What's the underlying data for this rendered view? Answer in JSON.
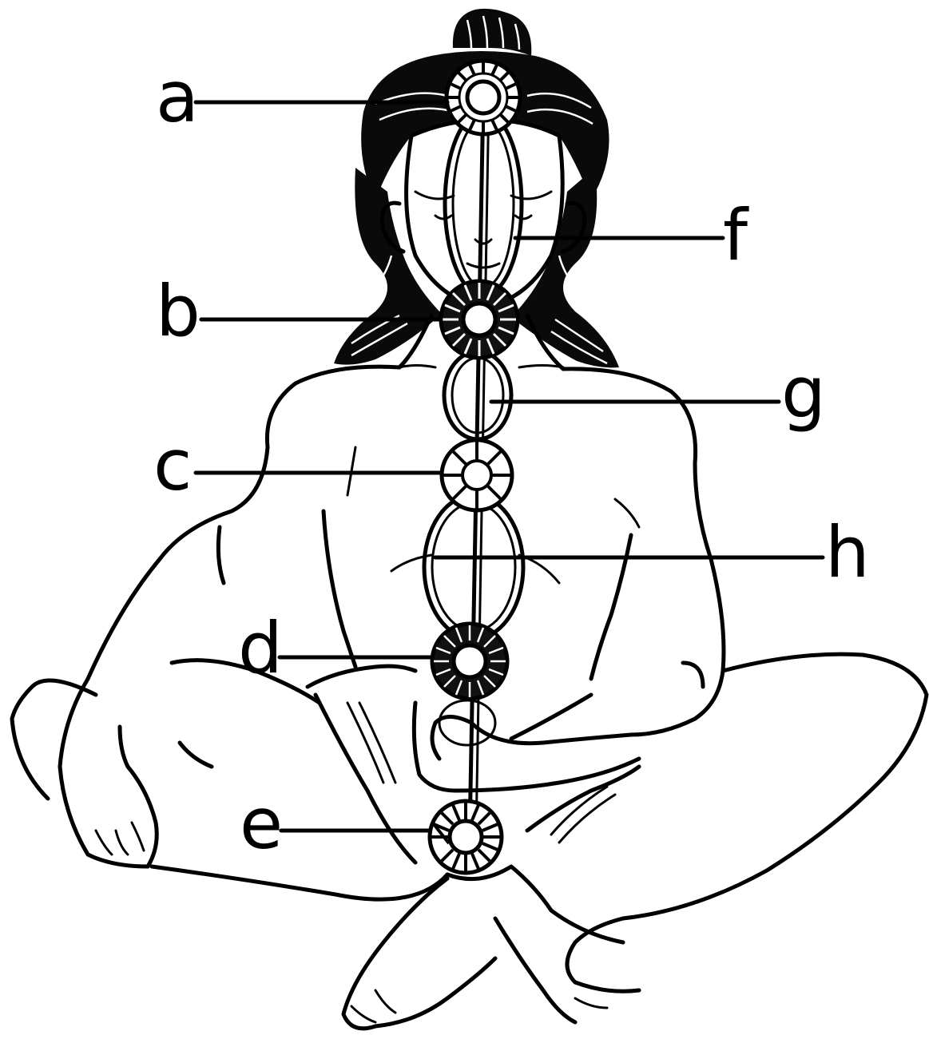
{
  "labels": {
    "a": "a",
    "b": "b",
    "c": "c",
    "d": "d",
    "e": "e",
    "f": "f",
    "g": "g",
    "h": "h"
  }
}
